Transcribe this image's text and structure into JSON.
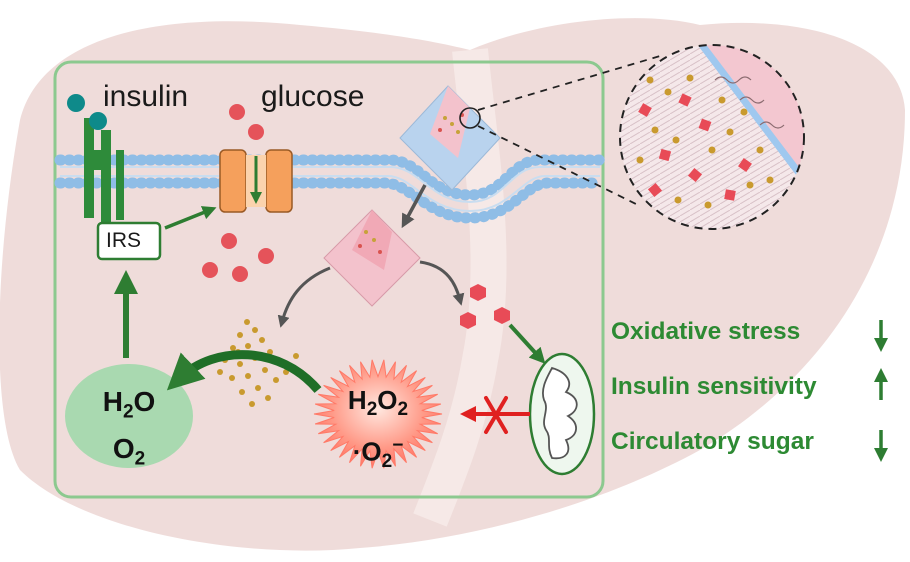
{
  "labels": {
    "insulin": "insulin",
    "glucose": "glucose",
    "irs": "IRS"
  },
  "species": {
    "product_water": "H2O",
    "product_oxygen": "O2",
    "ros_peroxide": "H2O2",
    "ros_superoxide": "·O2−"
  },
  "outcomes": [
    {
      "text": "Oxidative stress",
      "direction": "down"
    },
    {
      "text": "Insulin sensitivity",
      "direction": "up"
    },
    {
      "text": "Circulatory sugar",
      "direction": "down"
    }
  ],
  "colors": {
    "cell_border": "#8cc98f",
    "arrow_green": "#2e7d32",
    "outcome_text": "#2d8a33",
    "inhibit_red": "#e02020",
    "nanoparticle_blue": "#b9d3ee",
    "nanoparticle_pink": "#f3c2cc",
    "membrane_blue": "#8fbde6",
    "ros_burst": "#ff8c7a",
    "glucose_red": "#e5535a",
    "insulin_teal": "#0e8a8a"
  },
  "icons": {
    "insulin_receptor": "receptor-icon",
    "glucose_transporter": "transporter-icon",
    "mitochondrion": "mitochondrion-icon",
    "inhibition": "cross-icon"
  }
}
